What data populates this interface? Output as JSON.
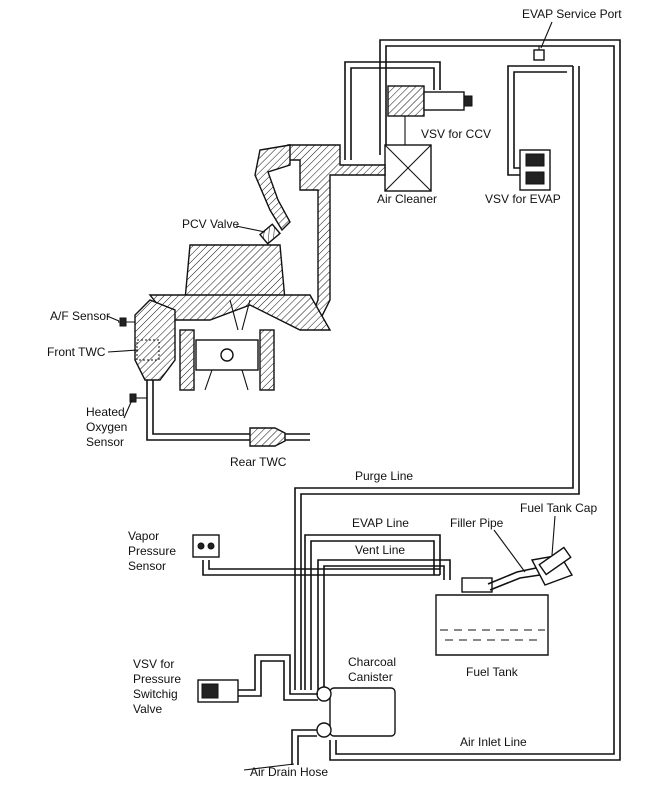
{
  "labels": {
    "evap_service_port": "EVAP Service Port",
    "vsv_for_ccv": "VSV for CCV",
    "air_cleaner": "Air Cleaner",
    "vsv_for_evap": "VSV for EVAP",
    "pcv_valve": "PCV Valve",
    "af_sensor": "A/F Sensor",
    "front_twc": "Front TWC",
    "heated_oxygen_sensor": [
      "Heated",
      "Oxygen",
      "Sensor"
    ],
    "rear_twc": "Rear TWC",
    "purge_line": "Purge Line",
    "fuel_tank_cap": "Fuel Tank Cap",
    "evap_line": "EVAP Line",
    "filler_pipe": "Filler Pipe",
    "vapor_pressure_sensor": [
      "Vapor",
      "Pressure",
      "Sensor"
    ],
    "vent_line": "Vent Line",
    "fuel_tank": "Fuel Tank",
    "charcoal_canister": [
      "Charcoal",
      "Canister"
    ],
    "vsv_pressure_switching_valve": [
      "VSV for",
      "Pressure",
      "Switchig",
      "Valve"
    ],
    "air_inlet_line": "Air Inlet Line",
    "air_drain_hose": "Air Drain Hose"
  }
}
